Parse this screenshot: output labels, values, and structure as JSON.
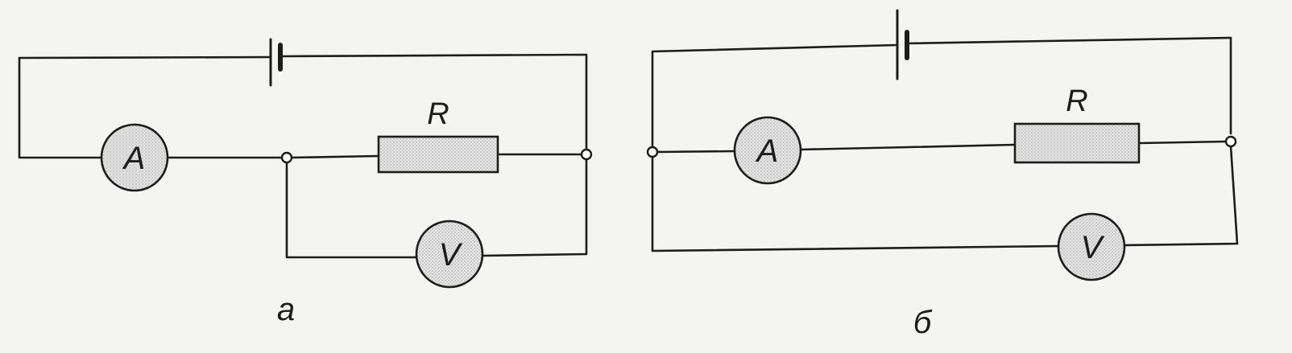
{
  "diagram_a": {
    "ammeter_label": "A",
    "voltmeter_label": "V",
    "resistor_label": "R",
    "caption": "а"
  },
  "diagram_b": {
    "ammeter_label": "A",
    "voltmeter_label": "V",
    "resistor_label": "R",
    "caption": "б"
  }
}
